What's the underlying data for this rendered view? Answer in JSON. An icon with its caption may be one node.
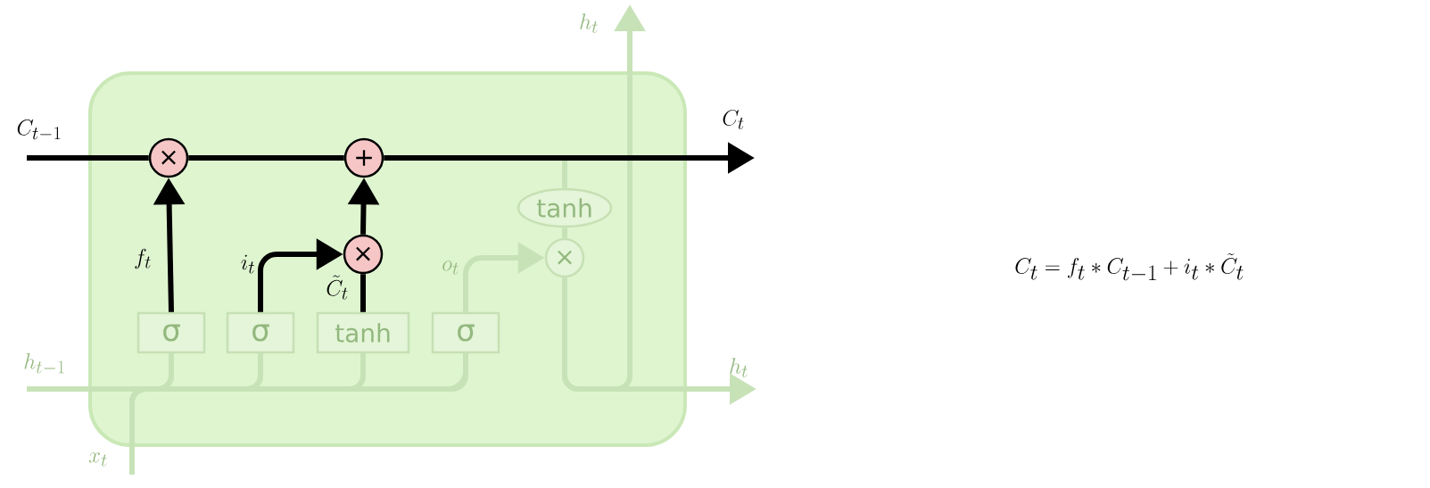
{
  "diagram": {
    "nodes": [
      {
        "text": [],
        "shape": "box"
      },
      {
        "text": [
          "×"
        ],
        "in": 0
      },
      {
        "text": [
          "+"
        ],
        "in": 0
      },
      {
        "text": [
          "×"
        ],
        "in": 0
      },
      {
        "text": [
          "σ"
        ],
        "in": 0
      },
      {
        "text": [
          "σ"
        ],
        "in": 0
      },
      {
        "text": [
          "tanh"
        ],
        "in": 0
      },
      {
        "text": [
          "σ"
        ],
        "in": 0
      },
      {
        "text": [
          "tanh"
        ],
        "in": 0
      },
      {
        "text": [
          "×"
        ],
        "in": 0
      },
      {
        "text": [
          "x_t"
        ]
      }
    ],
    "edges": [
      {
        "from": null,
        "to": 1,
        "arrow": "none",
        "label": "C_{t-1}",
        "color": "#000000"
      },
      {
        "from": 1,
        "to": 2,
        "arrow": "none",
        "color": "#000000"
      },
      {
        "from": 2,
        "to": null,
        "arrow": "to",
        "label": "C_t",
        "color": "#000000"
      },
      {
        "from": 4,
        "to": 1,
        "arrow": "to",
        "label": "f_t",
        "color": "#000000"
      },
      {
        "from": 5,
        "to": 3,
        "arrow": "to",
        "label": "i_t",
        "color": "#000000"
      },
      {
        "from": 6,
        "to": 3,
        "arrow": "none",
        "label": "\\tilde{C}_t",
        "color": "#000000"
      },
      {
        "from": 3,
        "to": 2,
        "arrow": "to",
        "color": "#000000"
      },
      {
        "from": 7,
        "to": 9,
        "arrow": "to",
        "label": "o_t",
        "color": "#c8e2b8"
      },
      {
        "from": null,
        "to": 8,
        "arrow": "none",
        "color": "#c8e2b8"
      },
      {
        "from": 8,
        "to": 9,
        "arrow": "none",
        "color": "#c8e2b8"
      },
      {
        "from": 9,
        "to": null,
        "arrow": "to",
        "label": "h_t",
        "color": "#c8e2b8"
      },
      {
        "from": 9,
        "to": null,
        "arrow": "to",
        "label": "h_t",
        "color": "#c8e2b8"
      },
      {
        "from": null,
        "to": 4,
        "arrow": "none",
        "label": "h_{t-1}",
        "color": "#c8e2b8"
      },
      {
        "from": null,
        "to": 5,
        "arrow": "none",
        "color": "#c8e2b8"
      },
      {
        "from": null,
        "to": 6,
        "arrow": "none",
        "color": "#c8e2b8"
      },
      {
        "from": null,
        "to": 7,
        "arrow": "none",
        "color": "#c8e2b8"
      },
      {
        "from": 10,
        "to": 4,
        "arrow": "none",
        "color": "#c8e2b8"
      },
      {
        "from": 10,
        "to": 5,
        "arrow": "none",
        "color": "#c8e2b8"
      },
      {
        "from": 10,
        "to": 6,
        "arrow": "none",
        "color": "#c8e2b8"
      },
      {
        "from": 10,
        "to": 7,
        "arrow": "none",
        "color": "#c8e2b8"
      }
    ],
    "labels": [
      "C_t = f_t * C_{t-1} + i_t * \\tilde{C}_t"
    ]
  }
}
